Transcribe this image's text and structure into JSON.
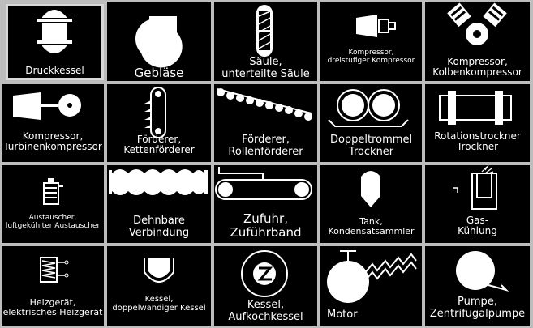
{
  "palette": {
    "background": "#000000",
    "foreground": "#ffffff",
    "grid": "#bdbdbd",
    "selection": "#d8d8d8"
  },
  "symbols": [
    {
      "id": "druckkessel",
      "line1": "Druckkessel",
      "line2": "",
      "selected": true
    },
    {
      "id": "geblaese",
      "line1": "Gebläse",
      "line2": "",
      "selected": false
    },
    {
      "id": "saeule",
      "line1": "Säule,",
      "line2": "unterteilte Säule",
      "selected": false
    },
    {
      "id": "kompressor-dreistufig",
      "line1": "Kompressor,",
      "line2": "dreistufiger Kompressor",
      "selected": false
    },
    {
      "id": "kolbenkompressor",
      "line1": "Kompressor,",
      "line2": "Kolbenkompressor",
      "selected": false
    },
    {
      "id": "turbinenkompressor",
      "line1": "Kompressor,",
      "line2": "Turbinenkompressor",
      "selected": false
    },
    {
      "id": "kettenfoerderer",
      "line1": "Förderer,",
      "line2": "Kettenförderer",
      "selected": false
    },
    {
      "id": "rollenfoerderer",
      "line1": "Förderer,",
      "line2": "Rollenförderer",
      "selected": false
    },
    {
      "id": "doppeltrommel",
      "line1": "Doppeltrommel",
      "line2": "Trockner",
      "selected": false
    },
    {
      "id": "rotationstrockner",
      "line1": "Rotationstrockner",
      "line2": "Trockner",
      "selected": false
    },
    {
      "id": "austauscher",
      "line1": "Austauscher,",
      "line2": "luftgekühlter Austauscher",
      "selected": false
    },
    {
      "id": "dehnbare-verbindung",
      "line1": "Dehnbare",
      "line2": "Verbindung",
      "selected": false
    },
    {
      "id": "zufuehrband",
      "line1": "Zufuhr,",
      "line2": "Zuführband",
      "selected": false
    },
    {
      "id": "tank",
      "line1": "Tank,",
      "line2": "Kondensatsammler",
      "selected": false
    },
    {
      "id": "gas-kuehlung",
      "line1": "Gas-",
      "line2": "Kühlung",
      "selected": false
    },
    {
      "id": "heizgeraet",
      "line1": "Heizgerät,",
      "line2": "elektrisches Heizgerät",
      "selected": false
    },
    {
      "id": "kessel-doppelwandig",
      "line1": "Kessel,",
      "line2": "doppelwandiger Kessel",
      "selected": false
    },
    {
      "id": "aufkochkessel",
      "line1": "Kessel,",
      "line2": "Aufkochkessel",
      "selected": false
    },
    {
      "id": "motor",
      "line1": "Motor",
      "line2": "",
      "selected": false
    },
    {
      "id": "zentrifugalpumpe",
      "line1": "Pumpe,",
      "line2": "Zentrifugalpumpe",
      "selected": false
    }
  ]
}
